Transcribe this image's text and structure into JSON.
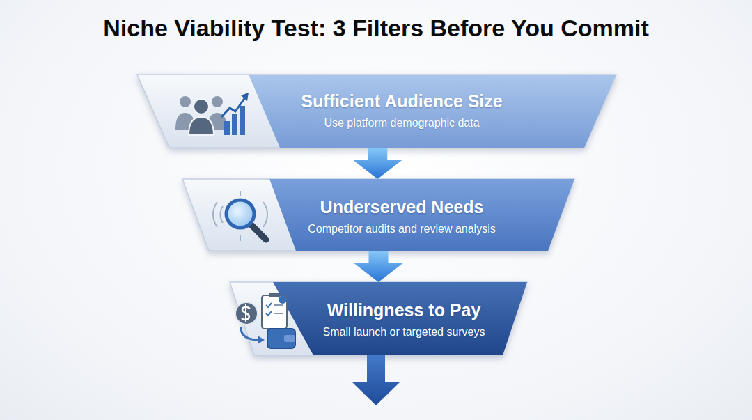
{
  "diagram": {
    "title": "Niche Viability Test: 3 Filters Before You Commit",
    "nodes": [
      {
        "text": [
          "Sufficient Audience Size",
          "Use platform demographic data"
        ]
      },
      {
        "text": [
          "Underserved Needs",
          "Competitor audits and review analysis"
        ]
      },
      {
        "text": [
          "Willingness to Pay",
          "Small launch or targeted surveys"
        ]
      }
    ],
    "edges": [
      {
        "from": 0,
        "to": 1,
        "arrow": "to"
      },
      {
        "from": 1,
        "to": 2,
        "arrow": "to"
      }
    ]
  }
}
